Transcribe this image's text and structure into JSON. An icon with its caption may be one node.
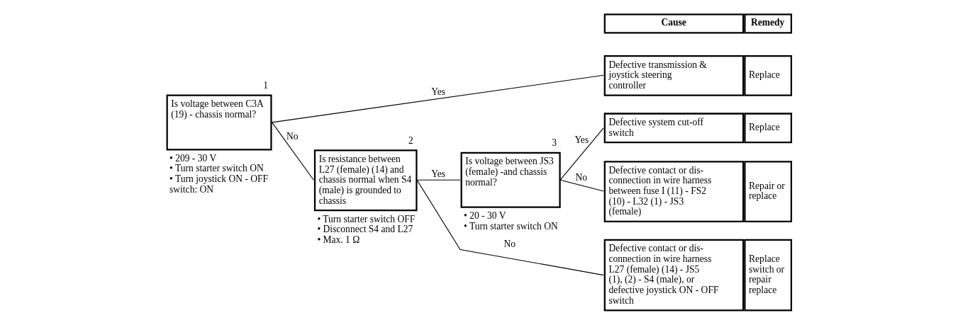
{
  "diagram": {
    "nodes": [
      {
        "text": [
          "Is voltage between C3A (19) - chassis normal?"
        ],
        "beside": [
          "1",
          "• 209 - 30 V",
          "• Turn starter switch ON",
          "• Turn joystick ON - OFF switch: ON"
        ]
      },
      {
        "text": [
          "Is resistance between L27 (female) (14) and chassis normal when S4 (male) is grounded to chassis"
        ],
        "beside": [
          "2",
          "• Turn starter switch OFF",
          "• Disconnect S4 and L27",
          "• Max. 1 Ω"
        ]
      },
      {
        "text": [
          "Is voltage between JS3 (female) -and chassis normal?"
        ],
        "beside": [
          "3",
          "• 20 - 30 V",
          "• Turn starter switch ON"
        ]
      },
      {
        "text": [
          "Defective transmission & joystick steering controller",
          "Replace"
        ]
      },
      {
        "text": [
          "Defective system cut-off switch",
          "Replace"
        ]
      },
      {
        "text": [
          "Defective contact or dis-connection in wire harness between fuse I (11) - FS2 (10) - L32 (1) - JS3 (female)",
          "Repair or replace"
        ]
      },
      {
        "text": [
          "Defective contact or dis-connection in wire harness L27 (female) (14) - JS5 (1), (2) - S4 (male), or defective joystick ON - OFF switch",
          "Replace switch or repair replace"
        ]
      }
    ],
    "edges": [
      {
        "from": 0,
        "to": 3,
        "label": "Yes",
        "arrow": "none"
      },
      {
        "from": 0,
        "to": 1,
        "label": "No",
        "arrow": "none"
      },
      {
        "from": 1,
        "to": 2,
        "label": "Yes",
        "arrow": "none"
      },
      {
        "from": 1,
        "to": 6,
        "label": "No",
        "arrow": "none"
      },
      {
        "from": 2,
        "to": 4,
        "label": "Yes",
        "arrow": "none"
      },
      {
        "from": 2,
        "to": 5,
        "label": "No",
        "arrow": "none"
      }
    ],
    "labels": [
      "Cause",
      "Remedy"
    ]
  }
}
